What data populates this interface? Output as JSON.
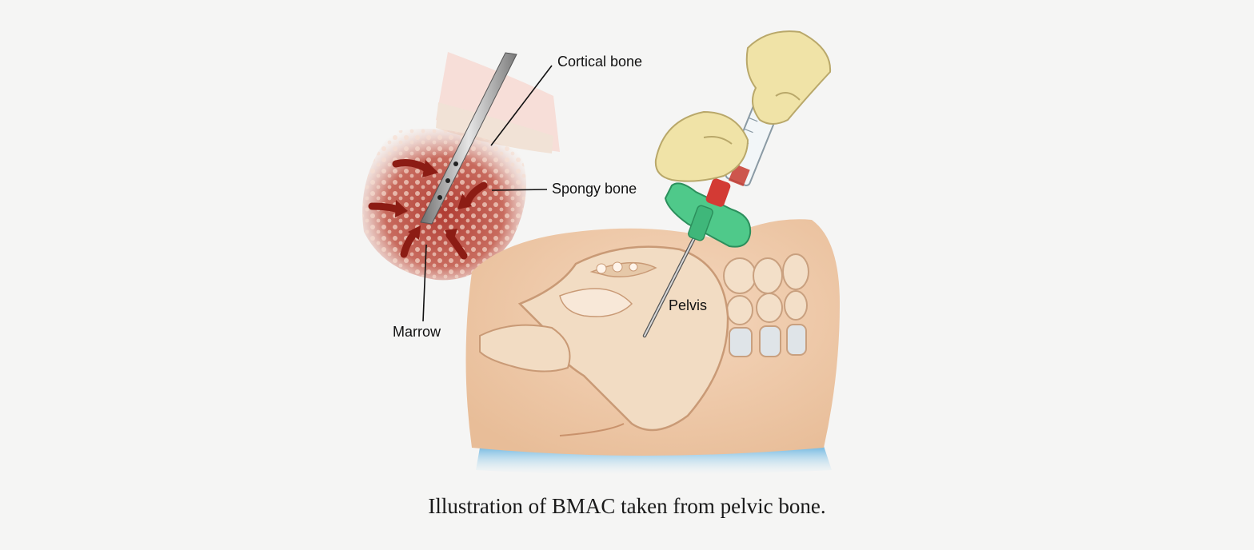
{
  "labels": {
    "cortical": "Cortical bone",
    "spongy": "Spongy bone",
    "marrow": "Marrow",
    "pelvis": "Pelvis"
  },
  "caption": "Illustration of BMAC taken from pelvic bone.",
  "colors": {
    "background": "#f5f5f4",
    "skin": "#efc9a8",
    "bone": "#f1d7bb",
    "marrow": "#b8483e",
    "arrow": "#8c1c14",
    "handle": "#4fc98a",
    "glove": "#f0e3a7",
    "table": "#7cc4ea"
  }
}
